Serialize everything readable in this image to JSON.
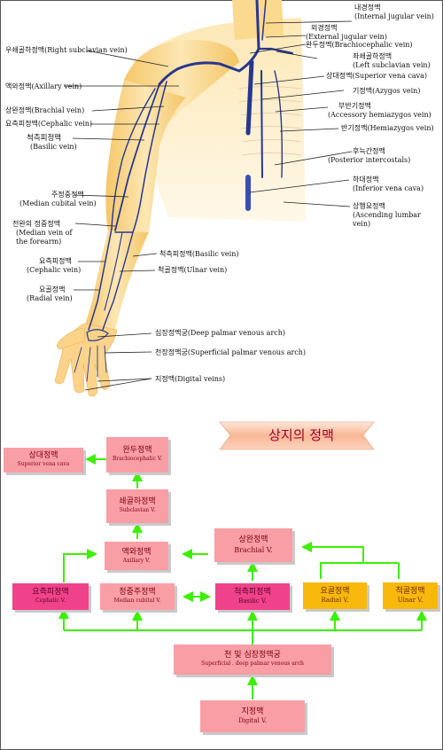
{
  "labels": [
    {
      "id": "internal-jugular",
      "ko": "내경정맥",
      "en": "(Internal jugular vein)"
    },
    {
      "id": "external-jugular",
      "ko": "외경정맥",
      "en": "(External jugular vein)"
    },
    {
      "id": "right-subclavian",
      "ko": "우쇄골하정맥",
      "en": "(Right subclavian vein)"
    },
    {
      "id": "brachiocephalic",
      "ko": "완두정맥",
      "en": "(Brachiocephalic vein)"
    },
    {
      "id": "left-subclavian",
      "ko": "좌쇄골하정맥",
      "en": "(Left subclavian vein)"
    },
    {
      "id": "axillary",
      "ko": "액와정맥",
      "en": "(Axillary vein)"
    },
    {
      "id": "superior-vena-cava",
      "ko": "상대정맥",
      "en": "(Superior vena cava)"
    },
    {
      "id": "azygos",
      "ko": "기정맥",
      "en": "(Azygos vein)"
    },
    {
      "id": "brachial",
      "ko": "상완정맥",
      "en": "(Brachial vein)"
    },
    {
      "id": "cephalic-upper",
      "ko": "요측피정맥",
      "en": "(Cephalic vein)"
    },
    {
      "id": "accessory-hemiazygos",
      "ko": "부반기정맥",
      "en": "(Accessory hemiazygos vein)"
    },
    {
      "id": "basilic-upper",
      "ko": "척측피정맥",
      "en": "(Basilic vein)"
    },
    {
      "id": "hemiazygos",
      "ko": "반기정맥",
      "en": "(Hemiazygos vein)"
    },
    {
      "id": "posterior-intercostals",
      "ko": "후늑간정맥",
      "en": "(Posterior intercostals)"
    },
    {
      "id": "inferior-vena-cava",
      "ko": "하대정맥",
      "en": "(Inferior vena cava)"
    },
    {
      "id": "median-cubital",
      "ko": "주정중정맥",
      "en": "(Median cubital vein)"
    },
    {
      "id": "ascending-lumbar",
      "ko": "상행요정맥",
      "en": "(Ascending lumbar vein)"
    },
    {
      "id": "median-forearm",
      "ko": "전완의 정중정맥",
      "en": "(Median vein of the forearm)"
    },
    {
      "id": "basilic-lower",
      "ko": "척측피정맥",
      "en": "(Basilic vein)"
    },
    {
      "id": "cephalic-lower",
      "ko": "요측피정맥",
      "en": "(Cephalic vein)"
    },
    {
      "id": "ulnar",
      "ko": "척골정맥",
      "en": "(Ulnar vein)"
    },
    {
      "id": "radial",
      "ko": "요골정맥",
      "en": "(Radial vein)"
    },
    {
      "id": "deep-palmar",
      "ko": "심장정맥궁",
      "en": "(Deep palmar venous arch)"
    },
    {
      "id": "superficial-palmar",
      "ko": "천장정맥궁",
      "en": "(Superficial palmar venous arch)"
    },
    {
      "id": "digital",
      "ko": "지정맥",
      "en": "(Digital veins)"
    }
  ],
  "chart": {
    "title": "상지의 정맥",
    "nodes": {
      "superior_vena_cava": {
        "ko": "상대정맥",
        "en": "Superior vena cava"
      },
      "brachiocephalic": {
        "ko": "완두정맥",
        "en": "Brachiocephalic V."
      },
      "subclavian": {
        "ko": "쇄골하정맥",
        "en": "Subclavian V."
      },
      "axillary": {
        "ko": "액와정맥",
        "en": "Axillary V."
      },
      "brachial": {
        "ko": "상완정맥",
        "en": "Brachial V."
      },
      "cephalic": {
        "ko": "요측피정맥",
        "en": "Cephalic V."
      },
      "median_cubital": {
        "ko": "정중주정맥",
        "en": "Median cubital V."
      },
      "basilic": {
        "ko": "척측피정맥",
        "en": "Basilic V."
      },
      "radial": {
        "ko": "요골정맥",
        "en": "Radial V."
      },
      "ulnar": {
        "ko": "척골정맥",
        "en": "Ulnar V."
      },
      "palmar_arch": {
        "ko": "천 및 심장정맥궁",
        "en": "Superficial . deep palmar venous arch"
      },
      "digital": {
        "ko": "지정맥",
        "en": "Digital V."
      }
    }
  },
  "colors": {
    "pink": "#fa9ea6",
    "magenta": "#f0428a",
    "gold": "#f9b80c",
    "arrow": "#3cf000",
    "vein": "#27378f",
    "skin": "#fbd98e",
    "skin_shadow": "#f2b040"
  }
}
